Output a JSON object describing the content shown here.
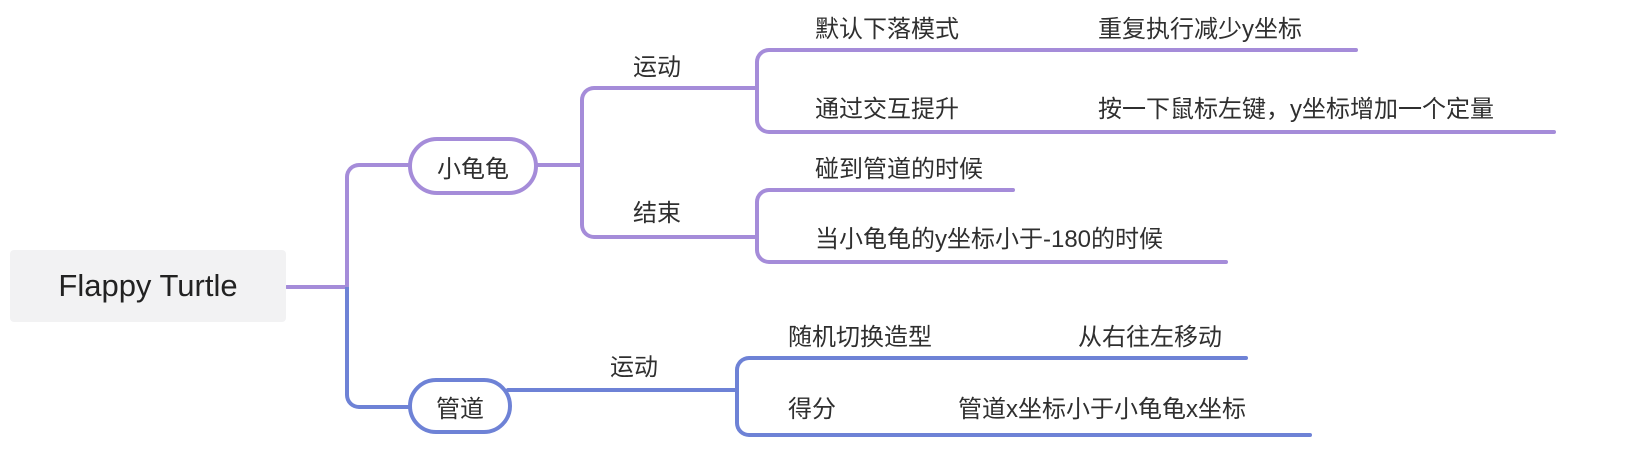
{
  "colors": {
    "purple": "#a58cd9",
    "blue": "#6e82d6",
    "root_bg": "#f2f2f3",
    "text": "#2f2f2f"
  },
  "root": {
    "label": "Flappy Turtle"
  },
  "turtle": {
    "label": "小龟龟",
    "motion": {
      "label": "运动",
      "default_fall": {
        "label": "默认下落模式",
        "detail": "重复执行减少y坐标"
      },
      "interact": {
        "label": "通过交互提升",
        "detail": "按一下鼠标左键，y坐标增加一个定量"
      }
    },
    "end": {
      "label": "结束",
      "hit_pipe": {
        "label": "碰到管道的时候"
      },
      "fall_out": {
        "label": "当小龟龟的y坐标小于-180的时候"
      }
    }
  },
  "pipe": {
    "label": "管道",
    "motion": {
      "label": "运动",
      "costume": {
        "label": "随机切换造型",
        "detail": "从右往左移动"
      },
      "score": {
        "label": "得分",
        "detail": "管道x坐标小于小龟龟x坐标"
      }
    }
  }
}
